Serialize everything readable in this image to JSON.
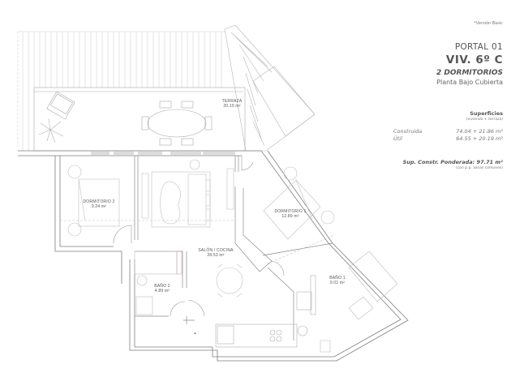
{
  "header": {
    "version": "*Versión Basic",
    "portal": "PORTAL 01",
    "unit": "VIV. 6º C",
    "bedrooms": "2 DORMITORIOS",
    "floor": "Planta Bajo Cubierta"
  },
  "surfaces": {
    "title": "Superficies",
    "subtitle": "(vivienda + terraza)",
    "rows": [
      {
        "label": "Construida",
        "value": "74.04 + 21.86 m²"
      },
      {
        "label": "Útil",
        "value": "64.55 + 20.19 m²"
      }
    ],
    "weighted_label": "Sup. Constr. Ponderada: 97.71 m²",
    "weighted_note": "(con p.p. zonas comunes)"
  },
  "rooms": [
    {
      "name": "TERRAZA",
      "area": "20.19 m²"
    },
    {
      "name": "DORMITORIO 2",
      "area": "9.24 m²"
    },
    {
      "name": "DORMITORIO 1",
      "area": "12.89 m²"
    },
    {
      "name": "SALÓN / COCINA",
      "area": "28.53 m²"
    },
    {
      "name": "BAÑO 2",
      "area": "4.89 m²"
    },
    {
      "name": "BAÑO 1",
      "area": "9.01 m²"
    }
  ],
  "colors": {
    "line": "#9a9a9a",
    "wall": "#7a7a7a",
    "accent_pink": "#d9a0b0"
  }
}
